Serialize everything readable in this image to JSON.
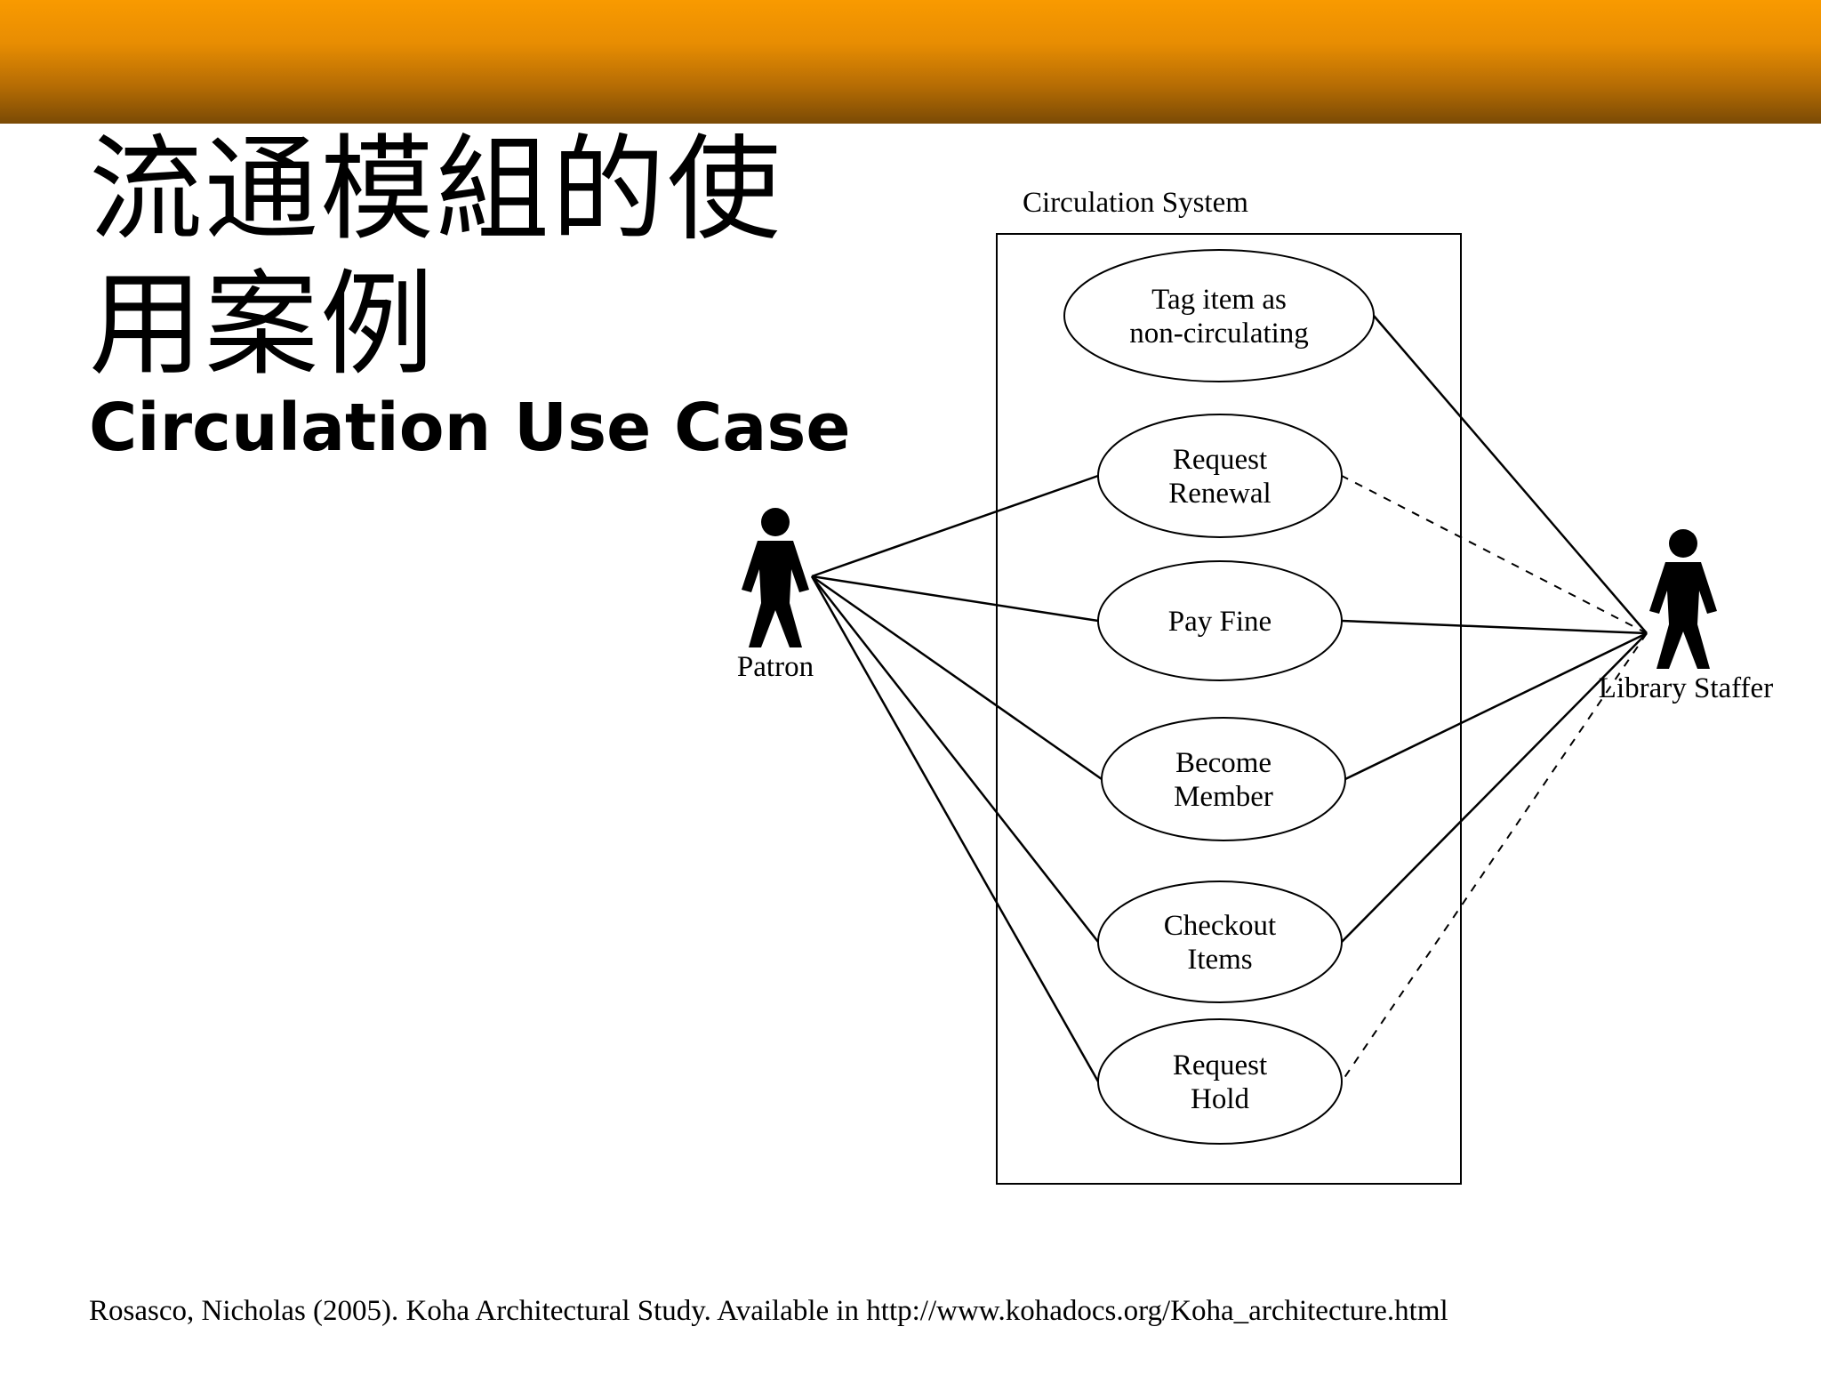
{
  "slide": {
    "title_cn": "流通模組的使用案例",
    "title_en": "Circulation Use Case",
    "citation": "Rosasco, Nicholas (2005). Koha Architectural Study. Available in http://www.kohadocs.org/Koha_architecture.html"
  },
  "diagram": {
    "system_label": "Circulation System",
    "actors": [
      {
        "id": "patron",
        "label": "Patron"
      },
      {
        "id": "staff",
        "label": "Library Staffer"
      }
    ],
    "use_cases": [
      {
        "id": "tag",
        "lines": [
          "Tag item as",
          "non-circulating"
        ]
      },
      {
        "id": "renewal",
        "lines": [
          "Request",
          "Renewal"
        ]
      },
      {
        "id": "fine",
        "lines": [
          "Pay Fine"
        ]
      },
      {
        "id": "member",
        "lines": [
          "Become",
          "Member"
        ]
      },
      {
        "id": "checkout",
        "lines": [
          "Checkout",
          "Items"
        ]
      },
      {
        "id": "hold",
        "lines": [
          "Request",
          "Hold"
        ]
      }
    ],
    "associations": [
      {
        "from": "patron",
        "to": "renewal",
        "style": "solid"
      },
      {
        "from": "patron",
        "to": "fine",
        "style": "solid"
      },
      {
        "from": "patron",
        "to": "member",
        "style": "solid"
      },
      {
        "from": "patron",
        "to": "checkout",
        "style": "solid"
      },
      {
        "from": "patron",
        "to": "hold",
        "style": "solid"
      },
      {
        "from": "staff",
        "to": "tag",
        "style": "solid"
      },
      {
        "from": "staff",
        "to": "renewal",
        "style": "dashed"
      },
      {
        "from": "staff",
        "to": "fine",
        "style": "solid"
      },
      {
        "from": "staff",
        "to": "member",
        "style": "solid"
      },
      {
        "from": "staff",
        "to": "checkout",
        "style": "solid"
      },
      {
        "from": "staff",
        "to": "hold",
        "style": "dashed"
      }
    ]
  }
}
